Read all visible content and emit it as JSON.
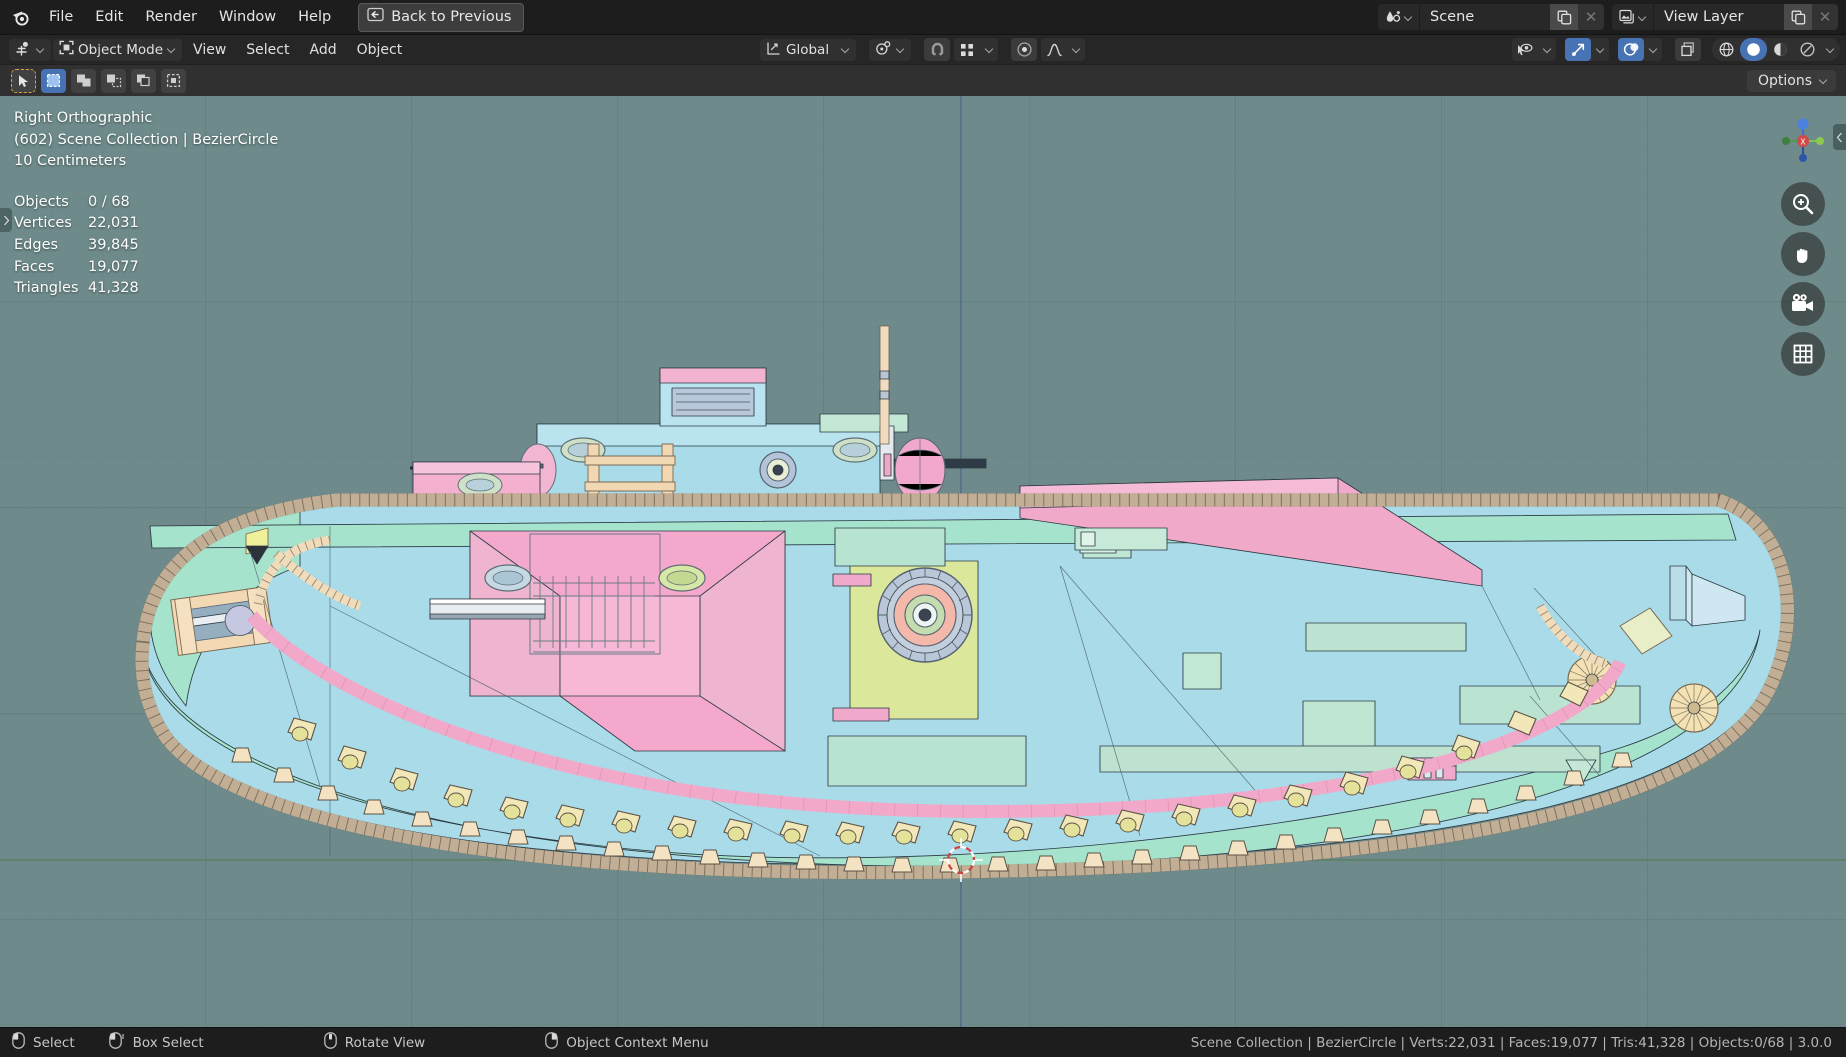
{
  "topbar": {
    "logo_icon": "blender-logo-icon",
    "menus": [
      "File",
      "Edit",
      "Render",
      "Window",
      "Help"
    ],
    "back_button": {
      "label": "Back to Previous",
      "icon": "back-to-previous-icon"
    },
    "scene": {
      "icon": "scene-icon",
      "name": "Scene",
      "copy_icon": "duplicate-icon",
      "close_icon": "close-icon"
    },
    "view_layer": {
      "icon": "view-layer-icon",
      "name": "View Layer",
      "copy_icon": "duplicate-icon",
      "close_icon": "close-icon"
    }
  },
  "viewport_header": {
    "editor_type_icon": "editor-type-icon",
    "mode": "Object Mode",
    "mode_icon": "object-mode-icon",
    "menus": [
      "View",
      "Select",
      "Add",
      "Object"
    ],
    "transform_orientation": {
      "icon": "orientation-icon",
      "value": "Global"
    },
    "pivot_icon": "transform-pivot-icon",
    "snap_magnet_icon": "magnet-icon",
    "snap_to_icon": "snap-to-icon",
    "proportional_edit_icon": "proportional-edit-icon",
    "proportional_falloff_icon": "falloff-curve-icon",
    "visibility_icon": "object-visibility-icon",
    "gizmo_icon": "gizmo-icon",
    "overlays_icon": "overlays-icon",
    "xray_icon": "toggle-xray-icon",
    "shading_modes": [
      "wireframe",
      "solid",
      "material-preview",
      "rendered"
    ],
    "shading_active": "solid"
  },
  "tool_header": {
    "tools": [
      "tweak-tool",
      "select-box-tool",
      "select-box-new",
      "select-box-extend",
      "select-box-subtract",
      "select-box-difference"
    ],
    "active_tool_index": 1,
    "options": {
      "label": "Options"
    }
  },
  "viewport": {
    "view_name": "Right Orthographic",
    "collection_line": "(602) Scene Collection | BezierCircle",
    "grid_scale": "10 Centimeters",
    "stats": [
      {
        "key": "Objects",
        "value": "0 / 68"
      },
      {
        "key": "Vertices",
        "value": "22,031"
      },
      {
        "key": "Edges",
        "value": "39,845"
      },
      {
        "key": "Faces",
        "value": "19,077"
      },
      {
        "key": "Triangles",
        "value": "41,328"
      }
    ],
    "nav_gizmo": {
      "axis_icon": "navigation-axis-gizmo",
      "buttons": [
        "zoom-icon",
        "move-view-icon",
        "camera-view-icon",
        "toggle-ortho-icon"
      ]
    },
    "sidebar_toggle_icon": "sidebar-toggle-icon",
    "n_panel_toggle_icon": "n-panel-toggle-icon",
    "cursor_3d_icon": "3d-cursor-icon",
    "colors": {
      "background": "#6e8a8a",
      "grid_line": "#64807f",
      "axis_z": "#4c6c8a",
      "axis_y": "#5d8a6a",
      "model_body": "#a9dbe8",
      "model_mint": "#aee8cf",
      "model_pink": "#f6aed0",
      "model_rose": "#f2b9cc",
      "model_cream": "#f0d7b4",
      "model_olive": "#ddea9a",
      "model_steel": "#b8c6d8"
    }
  },
  "statusbar": {
    "items": [
      {
        "icon": "mouse-left-icon",
        "label": "Select"
      },
      {
        "icon": "mouse-left-drag-icon",
        "label": "Box Select"
      },
      {
        "icon": "mouse-middle-icon",
        "label": "Rotate View"
      },
      {
        "icon": "mouse-right-icon",
        "label": "Object Context Menu"
      }
    ],
    "info": "Scene Collection | BezierCircle | Verts:22,031 | Faces:19,077 | Tris:41,328 | Objects:0/68 | 3.0.0"
  }
}
